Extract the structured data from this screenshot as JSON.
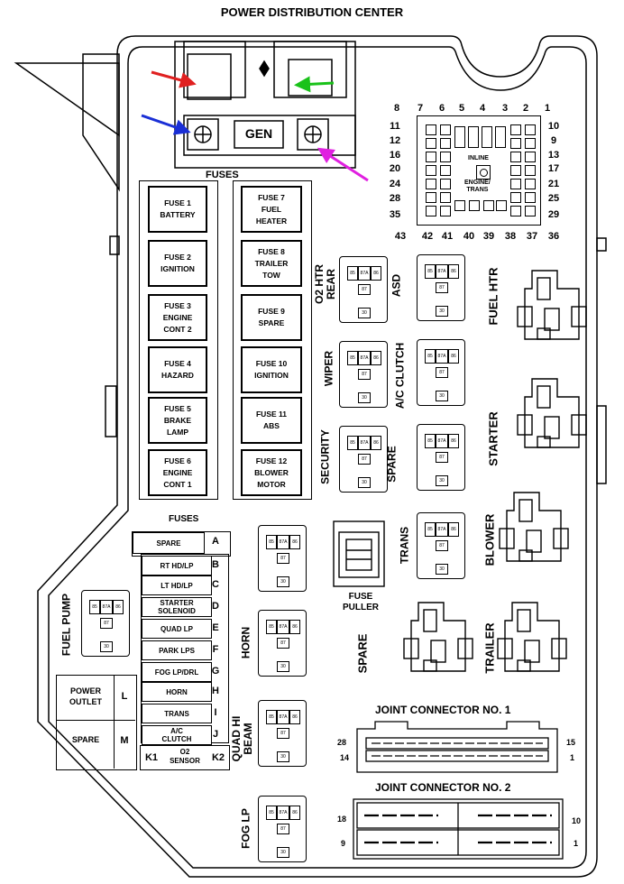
{
  "title": "POWER DISTRIBUTION CENTER",
  "gen_label": "GEN",
  "fuses_label_top": "FUSES",
  "fuses_label_mini": "FUSES",
  "big_fuses_left": [
    "FUSE 1\nBATTERY",
    "FUSE 2\nIGNITION",
    "FUSE 3\nENGINE\nCONT 2",
    "FUSE 4\nHAZARD",
    "FUSE 5\nBRAKE\nLAMP",
    "FUSE 6\nENGINE\nCONT 1"
  ],
  "big_fuses_right": [
    "FUSE 7\nFUEL\nHEATER",
    "FUSE 8\nTRAILER\nTOW",
    "FUSE 9\nSPARE",
    "FUSE 10\nIGNITION",
    "FUSE 11\nABS",
    "FUSE 12\nBLOWER\nMOTOR"
  ],
  "mini_fuses": [
    {
      "name": "SPARE",
      "letter": "A"
    },
    {
      "name": "RT HD/LP",
      "letter": "B"
    },
    {
      "name": "LT HD/LP",
      "letter": "C"
    },
    {
      "name": "STARTER\nSOLENOID",
      "letter": "D"
    },
    {
      "name": "QUAD LP",
      "letter": "E"
    },
    {
      "name": "PARK LPS",
      "letter": "F"
    },
    {
      "name": "FOG LP/DRL",
      "letter": "G"
    },
    {
      "name": "HORN",
      "letter": "H"
    },
    {
      "name": "TRANS",
      "letter": "I"
    },
    {
      "name": "A/C\nCLUTCH",
      "letter": "J"
    }
  ],
  "o2": {
    "k1": "K1",
    "name": "O2\nSENSOR",
    "k2": "K2"
  },
  "outlets": [
    {
      "name": "POWER\nOUTLET",
      "letter": "L"
    },
    {
      "name": "SPARE",
      "letter": "M"
    }
  ],
  "relay_labels": {
    "fuel_pump": "FUEL PUMP",
    "o2_htr_rear": "O2 HTR\nREAR",
    "asd": "ASD",
    "fuel_htr": "FUEL HTR",
    "wiper": "WIPER",
    "ac_clutch": "A/C CLUTCH",
    "starter": "STARTER",
    "security": "SECURITY",
    "spare1": "SPARE",
    "blower": "BLOWER",
    "spare_mini": "SPARE",
    "trans": "TRANS",
    "horn": "HORN",
    "spare2": "SPARE",
    "trailer": "TRAILER",
    "quad_hi_beam": "QUAD HI\nBEAM",
    "fog_lp": "FOG LP"
  },
  "fuse_puller": "FUSE\nPULLER",
  "terminal_labels": {
    "t85": "85",
    "t87a": "87A",
    "t86": "86",
    "t87": "87",
    "t30": "30"
  },
  "inline": {
    "inline": "INLINE",
    "engine_trans": "ENGINE/\nTRANS"
  },
  "connector_pins": {
    "top": [
      "8",
      "7",
      "6",
      "5",
      "4",
      "3",
      "2",
      "1"
    ],
    "left": [
      "11",
      "12",
      "16",
      "20",
      "24",
      "28",
      "35"
    ],
    "right": [
      "10",
      "9",
      "13",
      "17",
      "21",
      "25",
      "29"
    ],
    "bottom": [
      "43",
      "42",
      "41",
      "40",
      "39",
      "38",
      "37",
      "36"
    ]
  },
  "jc1": {
    "title": "JOINT CONNECTOR NO. 1",
    "p28": "28",
    "p14": "14",
    "p15": "15",
    "p1": "1"
  },
  "jc2": {
    "title": "JOINT CONNECTOR NO. 2",
    "p18": "18",
    "p9": "9",
    "p10": "10",
    "p1": "1"
  },
  "arrow_colors": {
    "red": "#e02020",
    "green": "#19c219",
    "blue": "#1a2fd6",
    "magenta": "#e020e0"
  }
}
